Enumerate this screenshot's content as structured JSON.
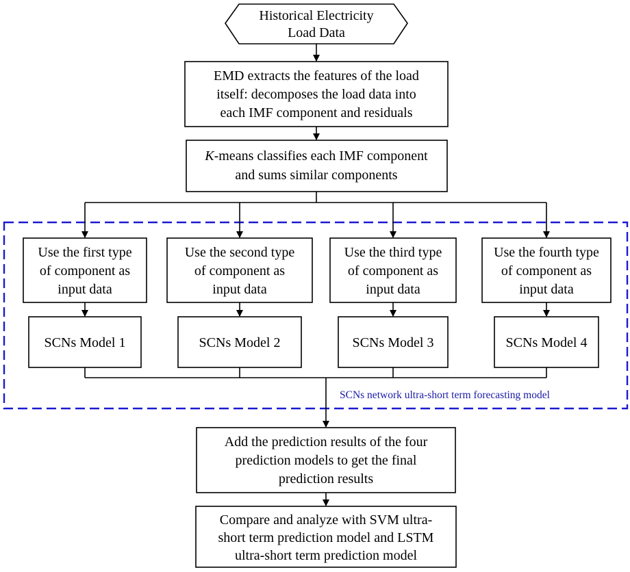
{
  "start": {
    "lines": [
      "Historical Electricity",
      "Load Data"
    ]
  },
  "step1": {
    "lines": [
      "EMD extracts the features of the load",
      "itself: decomposes the load data into",
      "each IMF component and residuals"
    ]
  },
  "step2": {
    "line1_italic": "K",
    "line1_rest": "-means classifies each IMF component",
    "line2": "and sums similar components"
  },
  "inputs": [
    {
      "lines": [
        "Use the first type",
        "of component as",
        "input data"
      ]
    },
    {
      "lines": [
        "Use the second type",
        "of component as",
        "input data"
      ]
    },
    {
      "lines": [
        "Use the third type",
        "of component as",
        "input data"
      ]
    },
    {
      "lines": [
        "Use the fourth type",
        "of component as",
        "input data"
      ]
    }
  ],
  "models": [
    "SCNs Model 1",
    "SCNs Model 2",
    "SCNs Model 3",
    "SCNs Model 4"
  ],
  "group_label": "SCNs network ultra-short term forecasting model",
  "step3": {
    "lines": [
      "Add the prediction results of the four",
      "prediction models to get the final",
      "prediction results"
    ]
  },
  "step4": {
    "lines": [
      "Compare and analyze with SVM ultra-",
      "short term prediction model and LSTM",
      "ultra-short term prediction model"
    ]
  },
  "colors": {
    "group_border": "#1a1ad0",
    "group_label": "#1a1aa8"
  }
}
